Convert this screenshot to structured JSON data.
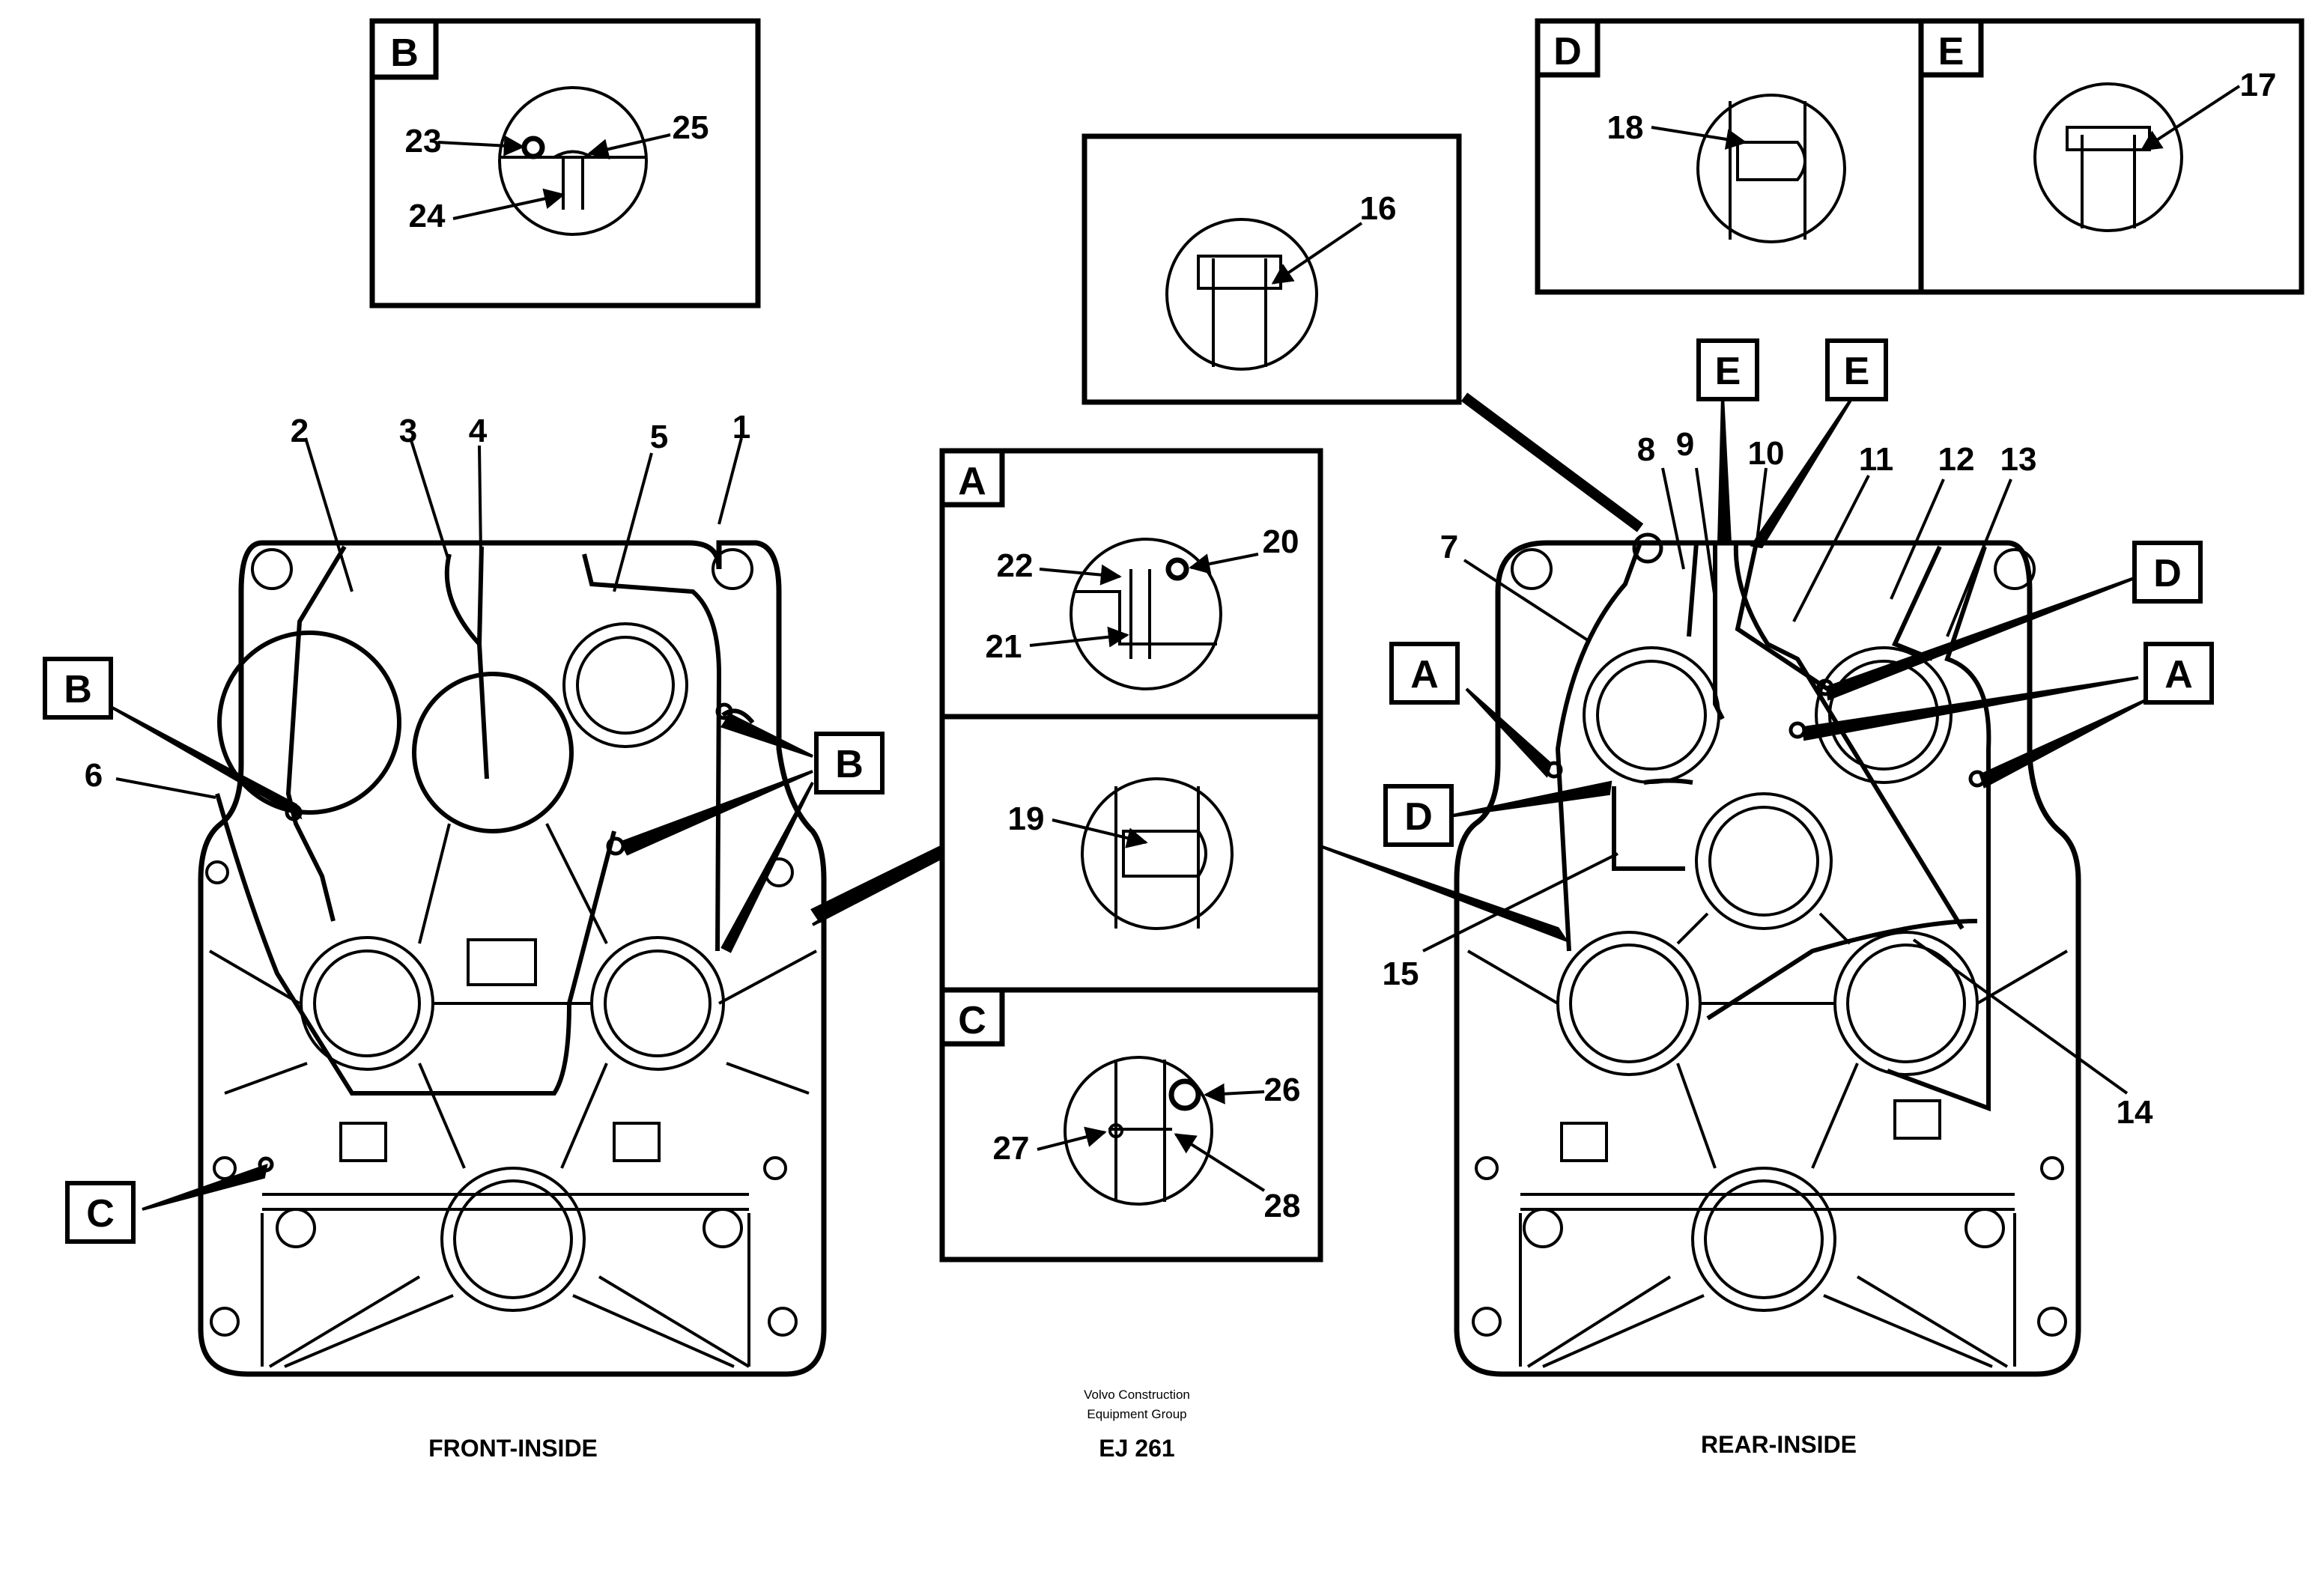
{
  "diagram": {
    "left_view_caption": "FRONT-INSIDE",
    "right_view_caption": "REAR-INSIDE",
    "credit_line_1": "Volvo Construction",
    "credit_line_2": "Equipment Group",
    "figure_code": "EJ 261",
    "detail_letters": {
      "a": "A",
      "b": "B",
      "c": "C",
      "d": "D",
      "e": "E"
    },
    "callouts": {
      "n1": "1",
      "n2": "2",
      "n3": "3",
      "n4": "4",
      "n5": "5",
      "n6": "6",
      "n7": "7",
      "n8": "8",
      "n9": "9",
      "n10": "10",
      "n11": "11",
      "n12": "12",
      "n13": "13",
      "n14": "14",
      "n15": "15",
      "n16": "16",
      "n17": "17",
      "n18": "18",
      "n19": "19",
      "n20": "20",
      "n21": "21",
      "n22": "22",
      "n23": "23",
      "n24": "24",
      "n25": "25",
      "n26": "26",
      "n27": "27",
      "n28": "28"
    }
  }
}
